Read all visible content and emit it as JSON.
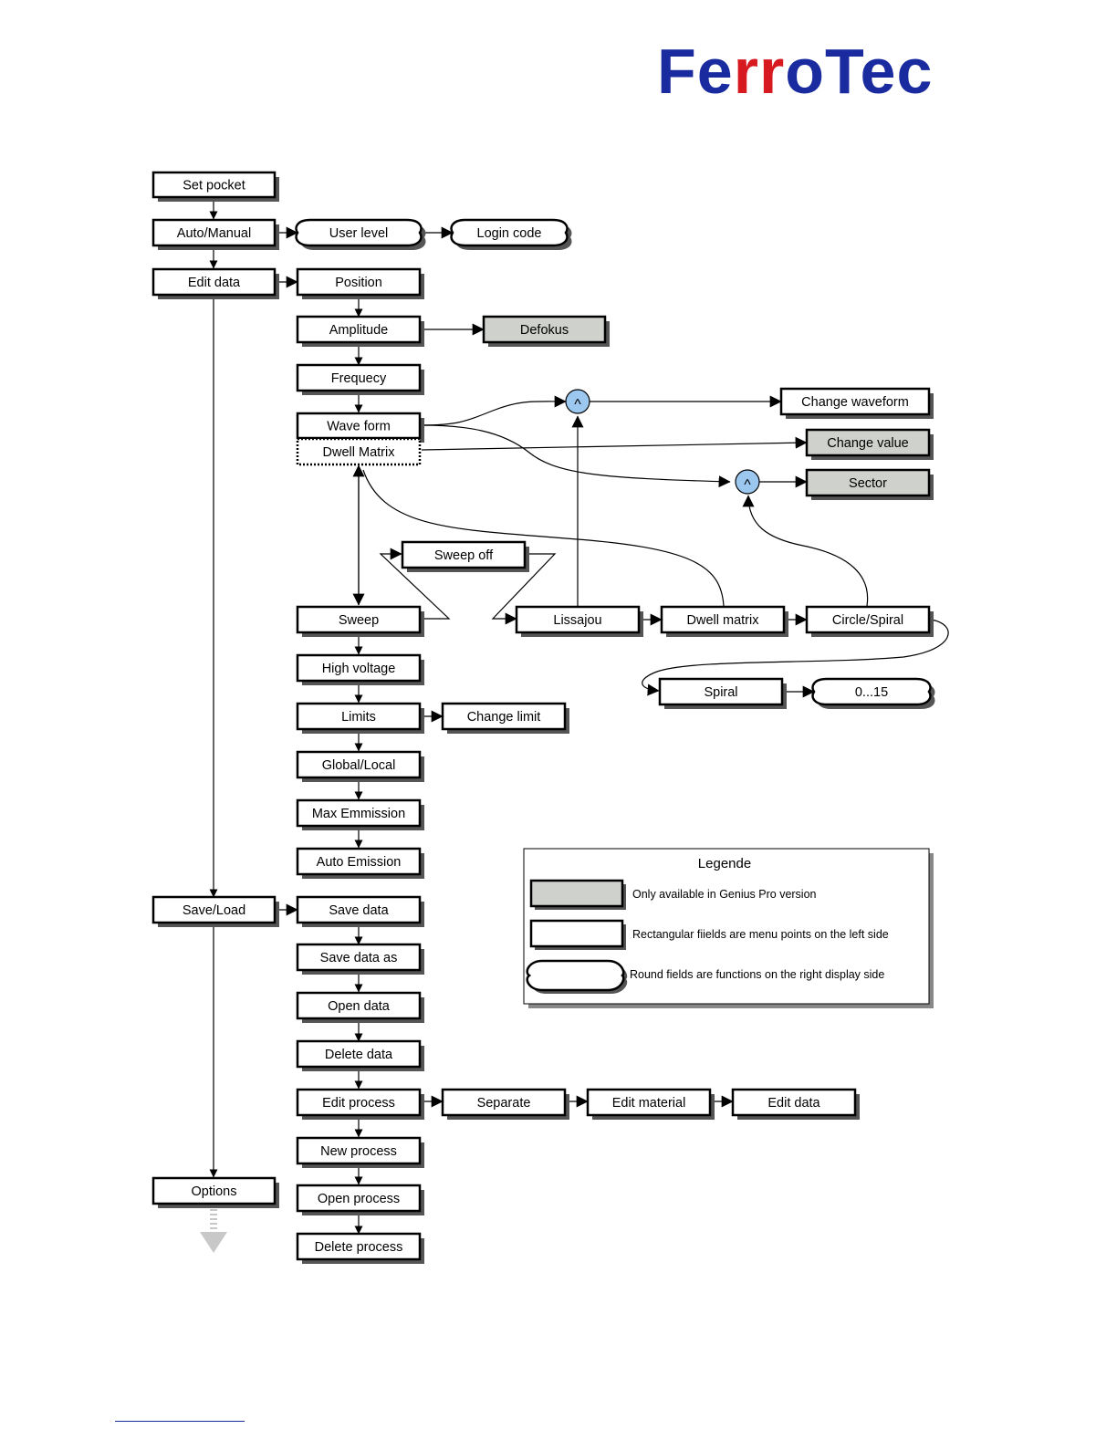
{
  "logo": {
    "text": "FerroTec",
    "brand_blue": "#1a2ba0",
    "brand_red": "#d61a1f"
  },
  "boxes": {
    "set_pocket": "Set pocket",
    "auto_manual": "Auto/Manual",
    "user_level": "User level",
    "login_code": "Login code",
    "edit_data": "Edit data",
    "position": "Position",
    "amplitude": "Amplitude",
    "defokus": "Defokus",
    "frequecy": "Frequecy",
    "wave_form": "Wave form",
    "dwell_matrix": "Dwell Matrix",
    "change_waveform": "Change waveform",
    "change_value": "Change value",
    "sector": "Sector",
    "sweep_off": "Sweep off",
    "sweep": "Sweep",
    "lissajou": "Lissajou",
    "dwell_matrix_2": "Dwell matrix",
    "circle_spiral": "Circle/Spiral",
    "spiral": "Spiral",
    "zero_fifteen": "0...15",
    "high_voltage": "High voltage",
    "limits": "Limits",
    "change_limit": "Change limit",
    "global_local": "Global/Local",
    "max_emmission": "Max Emmission",
    "auto_emission": "Auto Emission",
    "save_load": "Save/Load",
    "save_data": "Save data",
    "save_data_as": "Save data as",
    "open_data": "Open data",
    "delete_data": "Delete data",
    "edit_process": "Edit process",
    "separate": "Separate",
    "edit_material": "Edit material",
    "edit_data_2": "Edit data",
    "new_process": "New process",
    "open_process": "Open process",
    "delete_process": "Delete process",
    "options": "Options"
  },
  "junction_symbol": "^",
  "legend": {
    "title": "Legende",
    "items": [
      "Only available in Genius Pro version",
      "Rectangular fiields  are menu points on the left side",
      "Round fields are functions on the right display  side"
    ]
  },
  "colors": {
    "pro_fill": "#cfd1cd",
    "junction_fill": "#9cc8ef",
    "shadow": "#555555",
    "options_arrow": "#c8c8c8"
  }
}
